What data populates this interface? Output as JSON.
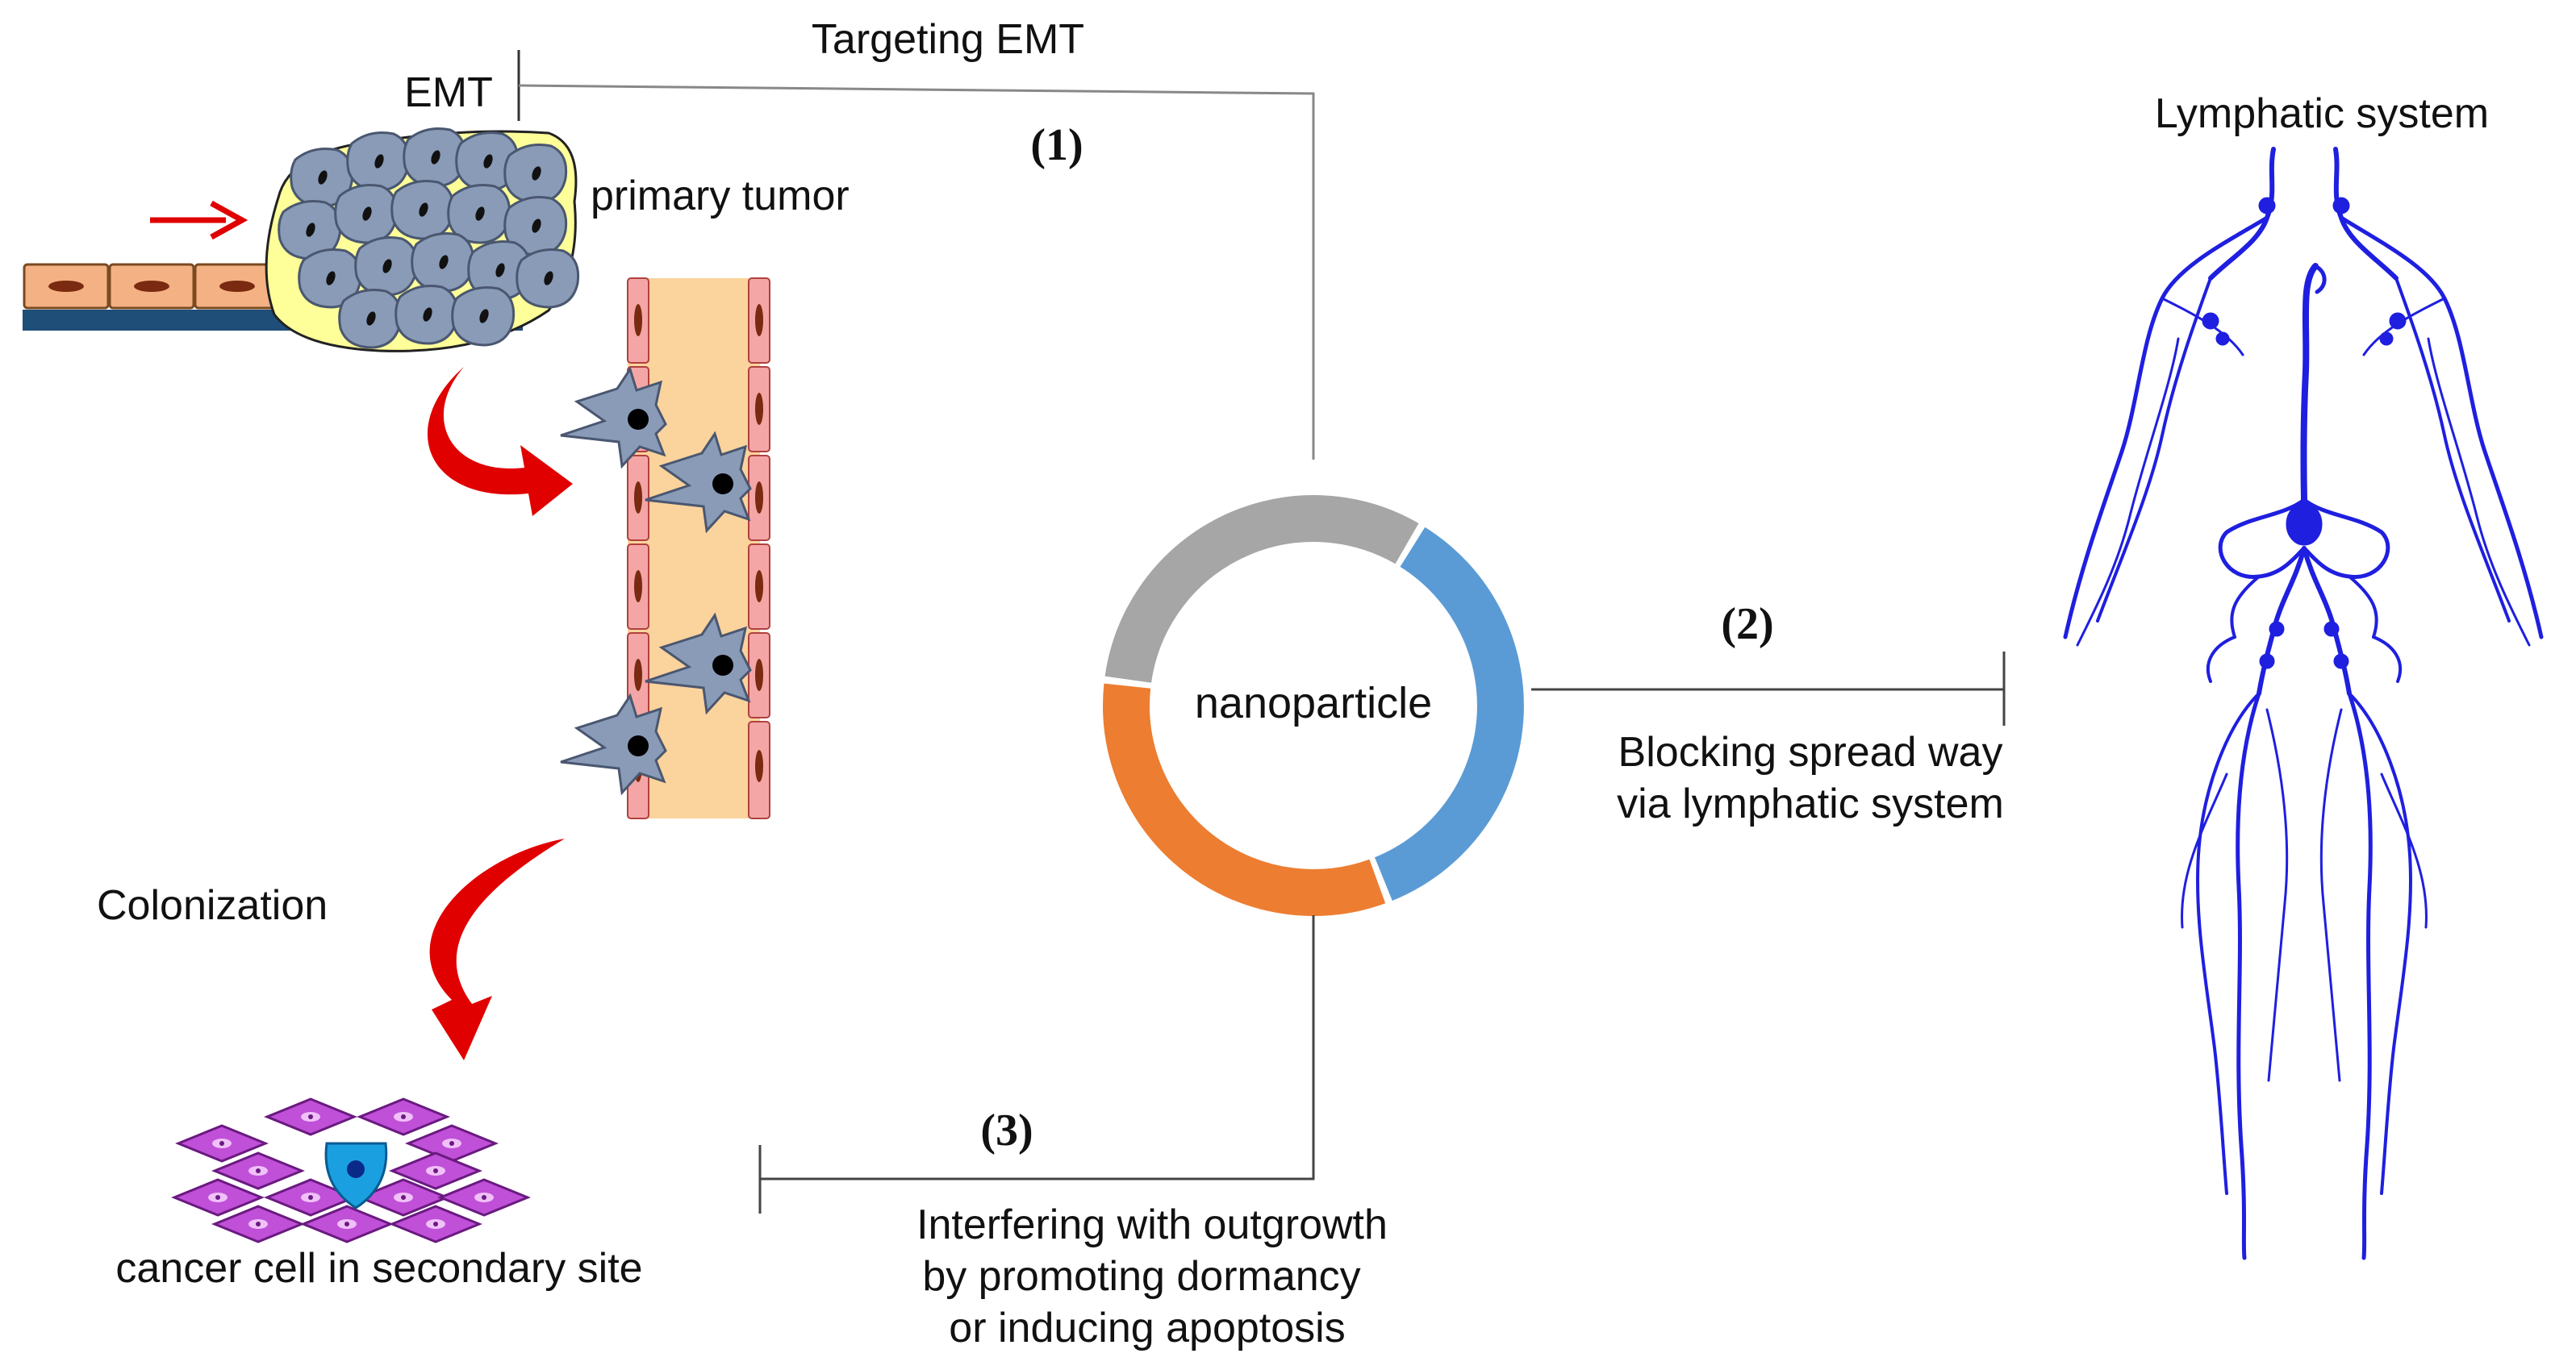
{
  "labels": {
    "targeting_emt": "Targeting EMT",
    "emt": "EMT",
    "step1": "(1)",
    "primary_tumor": "primary tumor",
    "lymphatic_system": "Lymphatic system",
    "step2": "(2)",
    "nanoparticle": "nanoparticle",
    "blocking_line1": "Blocking spread way",
    "blocking_line2": "via lymphatic system",
    "colonization": "Colonization",
    "step3": "(3)",
    "interfering_line1": "Interfering with outgrowth",
    "interfering_line2": "by promoting dormancy",
    "interfering_line3": "or inducing apoptosis",
    "cancer_cell_secondary": "cancer cell in secondary site"
  },
  "colors": {
    "ring_gray": "#a6a6a6",
    "ring_blue": "#5b9bd5",
    "ring_orange": "#ed7d31",
    "lymph_blue": "#1f1fe0",
    "tumor_fill": "#ffff99",
    "cancer_cell": "#8a9bb8",
    "vessel_fill": "#fbd39c",
    "endothelium": "#f4a6a6",
    "epithelium": "#f4b183",
    "basement": "#1f4e79",
    "arrow_red": "#e00000",
    "secondary_cells": "#b040c8",
    "secondary_cancer": "#1aa0e0"
  }
}
